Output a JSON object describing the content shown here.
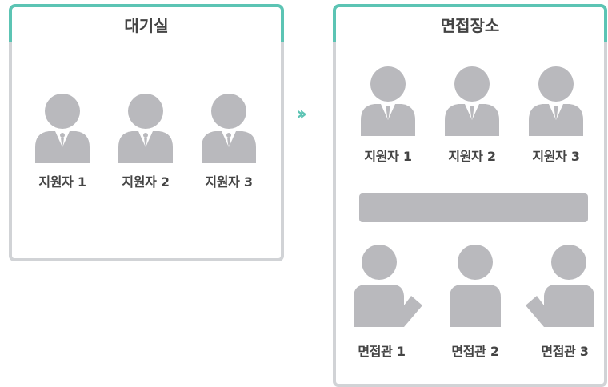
{
  "waiting_room": {
    "title": "대기실",
    "applicants": [
      "지원자 1",
      "지원자 2",
      "지원자 3"
    ]
  },
  "flow_arrow": "››",
  "interview_room": {
    "title": "면접장소",
    "applicants": [
      "지원자 1",
      "지원자 2",
      "지원자 3"
    ],
    "interviewers": [
      "면접관 1",
      "면접관 2",
      "면접관 3"
    ]
  },
  "colors": {
    "accent": "#5cc4b4",
    "panel_border": "#d1d3d6",
    "figure": "#b9b9bd",
    "text": "#444444"
  }
}
